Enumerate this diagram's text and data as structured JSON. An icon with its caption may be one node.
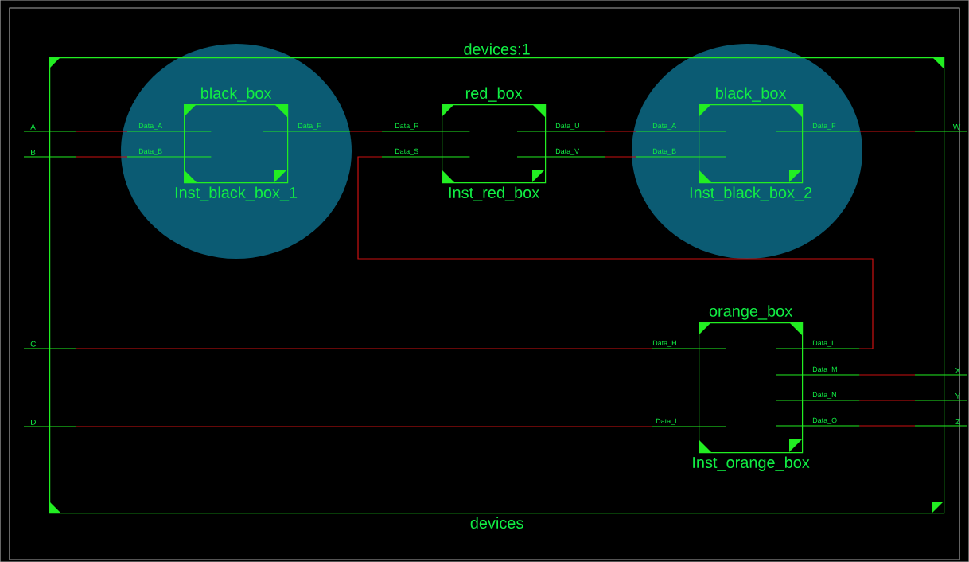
{
  "diagram": {
    "nodes": [
      {
        "text": [
          "devices:1",
          "devices"
        ]
      },
      {
        "text": [],
        "shape": "circle",
        "in": 0
      },
      {
        "text": [
          "black_box",
          "Inst_black_box_1"
        ],
        "in": 1
      },
      {
        "text": [
          "Data_A"
        ],
        "in": 1
      },
      {
        "text": [
          "Data_B"
        ],
        "in": 1
      },
      {
        "text": [
          "Data_F"
        ],
        "in": 1
      },
      {
        "text": [
          "red_box",
          "Inst_red_box"
        ],
        "in": 0
      },
      {
        "text": [
          "Data_R"
        ],
        "in": 0
      },
      {
        "text": [
          "Data_S"
        ],
        "in": 0
      },
      {
        "text": [
          "Data_U"
        ],
        "in": 0
      },
      {
        "text": [
          "Data_V"
        ],
        "in": 0
      },
      {
        "text": [],
        "shape": "circle",
        "in": 0
      },
      {
        "text": [
          "black_box",
          "Inst_black_box_2"
        ],
        "in": 11
      },
      {
        "text": [
          "Data_A"
        ],
        "in": 11
      },
      {
        "text": [
          "Data_B"
        ],
        "in": 11
      },
      {
        "text": [
          "Data_F"
        ],
        "in": 11
      },
      {
        "text": [
          "orange_box",
          "Inst_orange_box"
        ],
        "in": 0
      },
      {
        "text": [
          "Data_H"
        ],
        "in": 0
      },
      {
        "text": [
          "Data_I"
        ],
        "in": 0
      },
      {
        "text": [
          "Data_L"
        ],
        "in": 0
      },
      {
        "text": [
          "Data_M"
        ],
        "in": 0
      },
      {
        "text": [
          "Data_N"
        ],
        "in": 0
      },
      {
        "text": [
          "Data_O"
        ],
        "in": 0
      },
      {
        "text": [
          "A"
        ]
      },
      {
        "text": [
          "B"
        ]
      },
      {
        "text": [
          "C"
        ]
      },
      {
        "text": [
          "D"
        ]
      },
      {
        "text": [
          "W"
        ]
      },
      {
        "text": [
          "X"
        ]
      },
      {
        "text": [
          "Y"
        ]
      },
      {
        "text": [
          "Z"
        ]
      }
    ],
    "edges": [
      {
        "from": 23,
        "to": 3,
        "arrow": "none"
      },
      {
        "from": 24,
        "to": 4,
        "arrow": "none"
      },
      {
        "from": 5,
        "to": 7,
        "arrow": "none"
      },
      {
        "from": 9,
        "to": 13,
        "arrow": "none"
      },
      {
        "from": 10,
        "to": 14,
        "arrow": "none"
      },
      {
        "from": 15,
        "to": 27,
        "arrow": "none"
      },
      {
        "from": 25,
        "to": 17,
        "arrow": "none"
      },
      {
        "from": 26,
        "to": 18,
        "arrow": "none"
      },
      {
        "from": 19,
        "to": 8,
        "arrow": "none"
      },
      {
        "from": 20,
        "to": 28,
        "arrow": "none"
      },
      {
        "from": 21,
        "to": 29,
        "arrow": "none"
      },
      {
        "from": 22,
        "to": 30,
        "arrow": "none"
      }
    ]
  }
}
